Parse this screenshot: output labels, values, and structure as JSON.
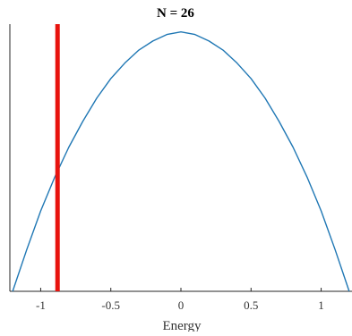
{
  "chart_data": {
    "type": "line",
    "title": "N = 26",
    "xlabel": "Energy",
    "ylabel": "",
    "xlim": [
      -1.22,
      1.22
    ],
    "ylim": [
      0,
      1.03
    ],
    "x_ticks": [
      -1,
      -0.5,
      0,
      0.5,
      1
    ],
    "x_tick_labels": [
      "-1",
      "-0.5",
      "0",
      "0.5",
      "1"
    ],
    "y_axis_tick_labels_visible": false,
    "grid": false,
    "legend": "none",
    "series": [
      {
        "color": "#1f77b4",
        "x": [
          -1.2,
          -1.1,
          -1.0,
          -0.9,
          -0.8,
          -0.7,
          -0.6,
          -0.5,
          -0.4,
          -0.3,
          -0.2,
          -0.1,
          0.0,
          0.1,
          0.2,
          0.3,
          0.4,
          0.5,
          0.6,
          0.7,
          0.8,
          0.9,
          1.0,
          1.1,
          1.2
        ],
        "y": [
          0.0,
          0.16,
          0.31,
          0.44,
          0.555,
          0.655,
          0.745,
          0.82,
          0.88,
          0.93,
          0.965,
          0.99,
          1.0,
          0.99,
          0.965,
          0.93,
          0.88,
          0.82,
          0.745,
          0.655,
          0.555,
          0.44,
          0.31,
          0.16,
          0.0
        ]
      }
    ],
    "vertical_lines": [
      {
        "x": -0.88,
        "color": "#e8130e"
      }
    ]
  }
}
